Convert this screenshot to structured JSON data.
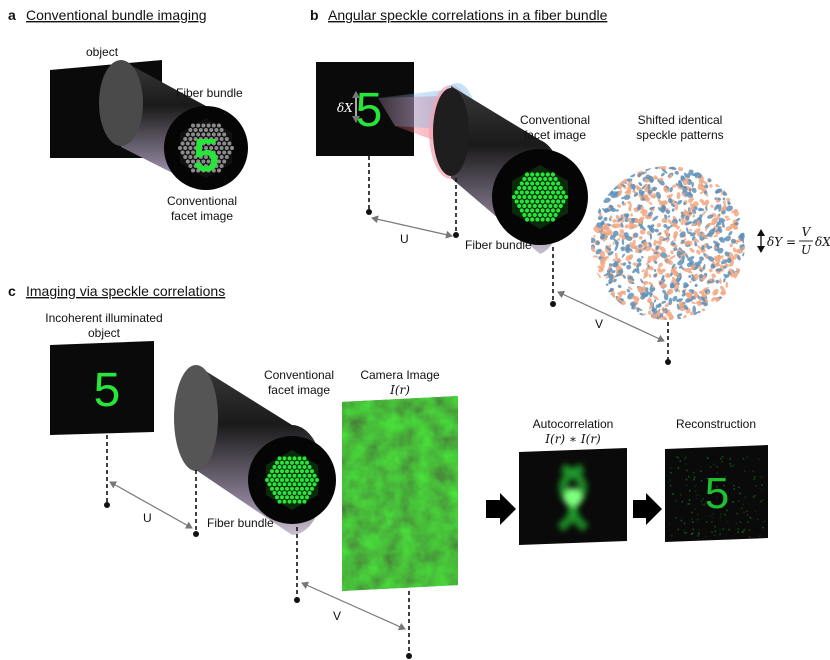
{
  "panels": {
    "a": {
      "letter": "a",
      "title": "Conventional bundle imaging",
      "object_label": "object",
      "bundle_label": "Fiber bundle",
      "facet_label_1": "Conventional",
      "facet_label_2": "facet image",
      "object_digit": "5"
    },
    "b": {
      "letter": "b",
      "title": "Angular speckle correlations in a fiber bundle",
      "delta_x": "δX",
      "object_digit": "5",
      "facet_label_1": "Conventional",
      "facet_label_2": "facet image",
      "speckle_label_1": "Shifted identical",
      "speckle_label_2": "speckle patterns",
      "u_label": "U",
      "v_label": "V",
      "bundle_label": "Fiber bundle",
      "shift_eq_lhs": "δY =",
      "shift_eq_num": "V",
      "shift_eq_den": "U",
      "shift_eq_rhs": "δX"
    },
    "c": {
      "letter": "c",
      "title": "Imaging via speckle correlations",
      "object_label_1": "Incoherent illuminated",
      "object_label_2": "object",
      "object_digit": "5",
      "facet_label_1": "Conventional",
      "facet_label_2": "facet image",
      "camera_label": "Camera Image",
      "camera_math": "I(r)",
      "autocorr_label": "Autocorrelation",
      "autocorr_math": "I(r) ∗ I(r)",
      "recon_label": "Reconstruction",
      "recon_digit": "5",
      "u_label": "U",
      "v_label": "V",
      "bundle_label": "Fiber bundle"
    }
  },
  "colors": {
    "accent_green": "#27e63a",
    "panel_black": "#0a0a0a",
    "speckle_orange": "#f1a882",
    "speckle_blue": "#5f8fb7",
    "beam_red": "#f26d7d",
    "beam_blue": "#7db8e8"
  }
}
